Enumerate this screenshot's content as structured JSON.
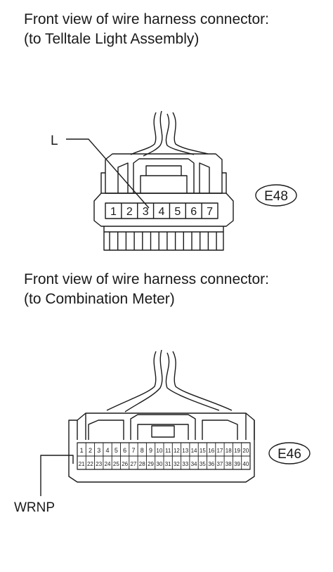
{
  "connector1": {
    "caption_line1": "Front view of wire harness connector:",
    "caption_line2": "(to Telltale Light Assembly)",
    "code": "E48",
    "terminal_label": "L",
    "terminals": [
      "1",
      "2",
      "3",
      "4",
      "5",
      "6",
      "7"
    ]
  },
  "connector2": {
    "caption_line1": "Front view of wire harness connector:",
    "caption_line2": "(to Combination Meter)",
    "code": "E46",
    "terminal_label": "WRNP",
    "terminals_row1": [
      "1",
      "2",
      "3",
      "4",
      "5",
      "6",
      "7",
      "8",
      "9",
      "10",
      "11",
      "12",
      "13",
      "14",
      "15",
      "16",
      "17",
      "18",
      "19",
      "20"
    ],
    "terminals_row2": [
      "21",
      "22",
      "23",
      "24",
      "25",
      "26",
      "27",
      "28",
      "29",
      "30",
      "31",
      "32",
      "33",
      "34",
      "35",
      "36",
      "37",
      "38",
      "39",
      "40"
    ]
  }
}
